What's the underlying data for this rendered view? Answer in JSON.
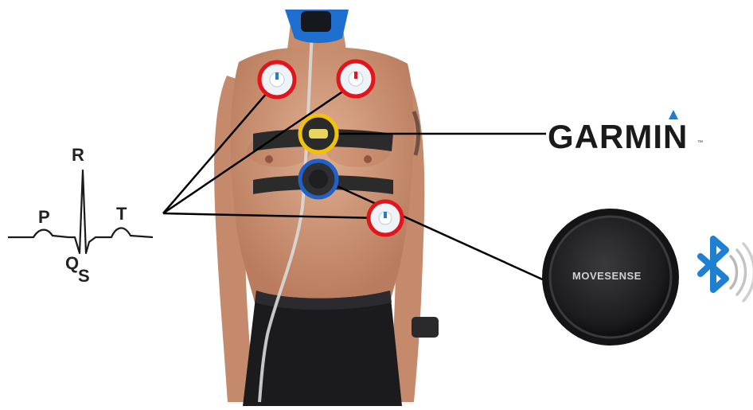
{
  "ecg": {
    "labels": {
      "p": "P",
      "q": "Q",
      "r": "R",
      "s": "S",
      "t": "T"
    }
  },
  "brands": {
    "garmin": "GARMIN",
    "garmin_tm": "™",
    "movesense": "MOVESENSE"
  },
  "colors": {
    "electrode_ring": "#e3141b",
    "garmin_ring": "#f2c20a",
    "movesense_ring": "#1f63c9",
    "bluetooth": "#1f7fd1",
    "garmin_accent": "#1c7fd6",
    "skin": "#cf9a7c",
    "strap": "#2b2b2b",
    "shorts": "#1b1b1e",
    "mask": "#1e6fd0"
  },
  "icons": [
    "bluetooth-icon",
    "garmin-triangle-icon",
    "ecg-waveform-icon"
  ]
}
